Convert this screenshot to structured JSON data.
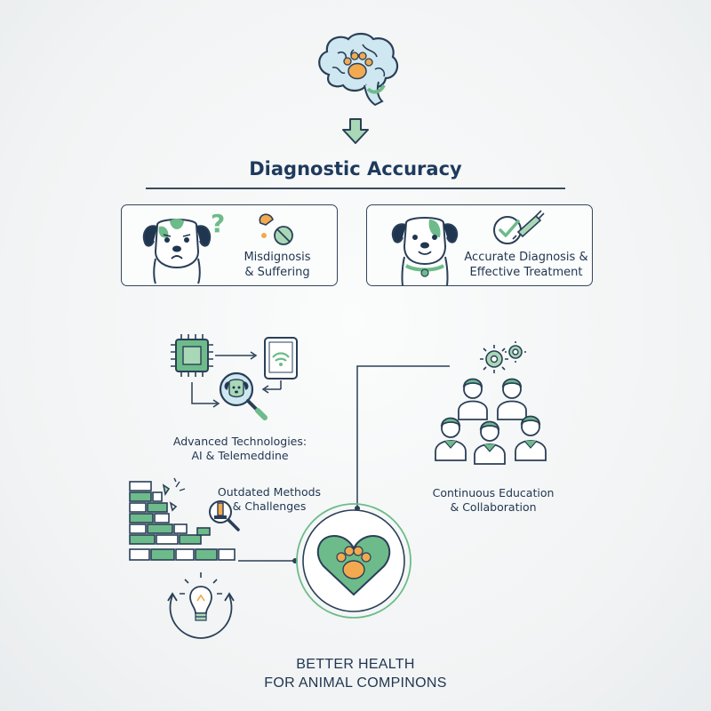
{
  "title": "Diagnostic Accuracy",
  "cards": {
    "left": {
      "line1": "Misdignosis",
      "line2": "& Suffering"
    },
    "right": {
      "line1": "Accurate Diagnosis &",
      "line2": "Effective Treatment"
    }
  },
  "nodes": {
    "tech": {
      "line1": "Advanced Technologies:",
      "line2": "AI & Telemeddine"
    },
    "education": {
      "line1": "Continuous Education",
      "line2": "& Collaboration"
    },
    "outdated": {
      "line1": "Outdated Methods",
      "line2": "& Challenges"
    }
  },
  "footer": {
    "line1": "BETTER HEALTH",
    "line2": "FOR ANIMAL COMPINONS"
  },
  "colors": {
    "navy": "#1f3550",
    "green": "#6dbb8a",
    "light_green": "#a9d8b6",
    "orange": "#f2a950",
    "brain_blue": "#cfe7f0"
  },
  "icons": [
    "brain-paw-icon",
    "down-arrow-icon",
    "sad-dog-icon",
    "question-mark-icon",
    "pill-icon",
    "happy-dog-icon",
    "checkmark-syringe-icon",
    "chip-icon",
    "magnifier-dog-icon",
    "tablet-wifi-icon",
    "team-gears-icon",
    "crumbling-wall-icon",
    "microscope-icon",
    "lightbulb-cycle-icon",
    "heart-paw-icon"
  ]
}
